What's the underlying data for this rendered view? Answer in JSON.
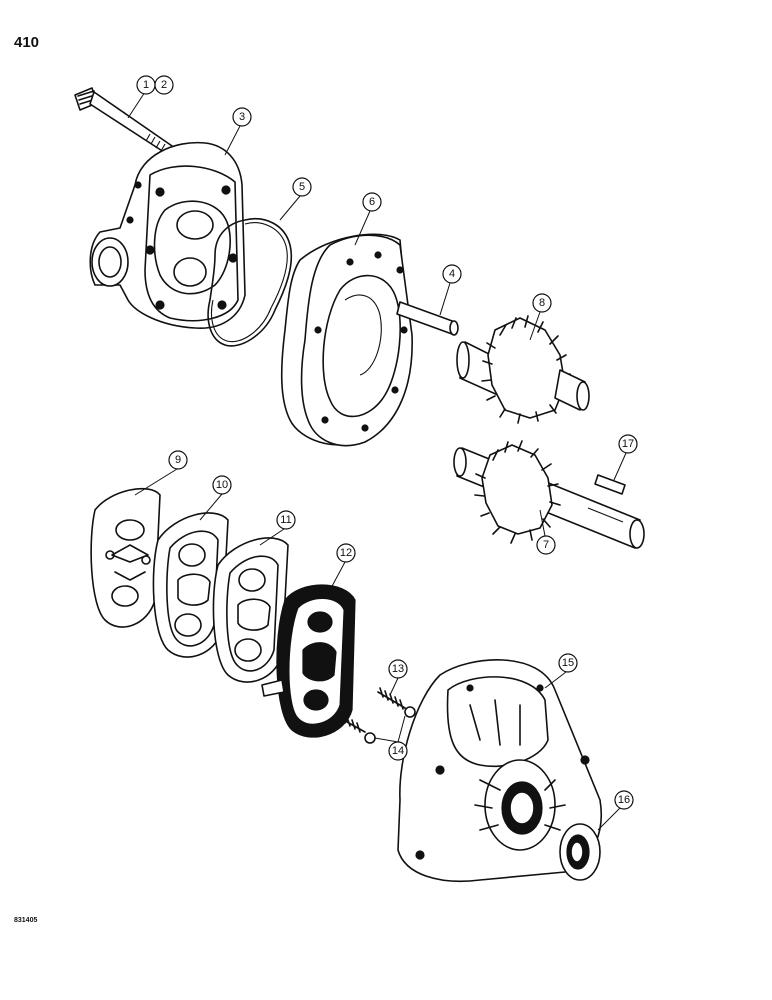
{
  "page_number": "410",
  "figure_code": "831405",
  "callouts": [
    {
      "id": "1"
    },
    {
      "id": "2"
    },
    {
      "id": "3"
    },
    {
      "id": "4"
    },
    {
      "id": "5"
    },
    {
      "id": "6"
    },
    {
      "id": "7"
    },
    {
      "id": "8"
    },
    {
      "id": "9"
    },
    {
      "id": "10"
    },
    {
      "id": "11"
    },
    {
      "id": "12"
    },
    {
      "id": "13"
    },
    {
      "id": "14"
    },
    {
      "id": "15"
    },
    {
      "id": "16"
    },
    {
      "id": "17"
    }
  ]
}
